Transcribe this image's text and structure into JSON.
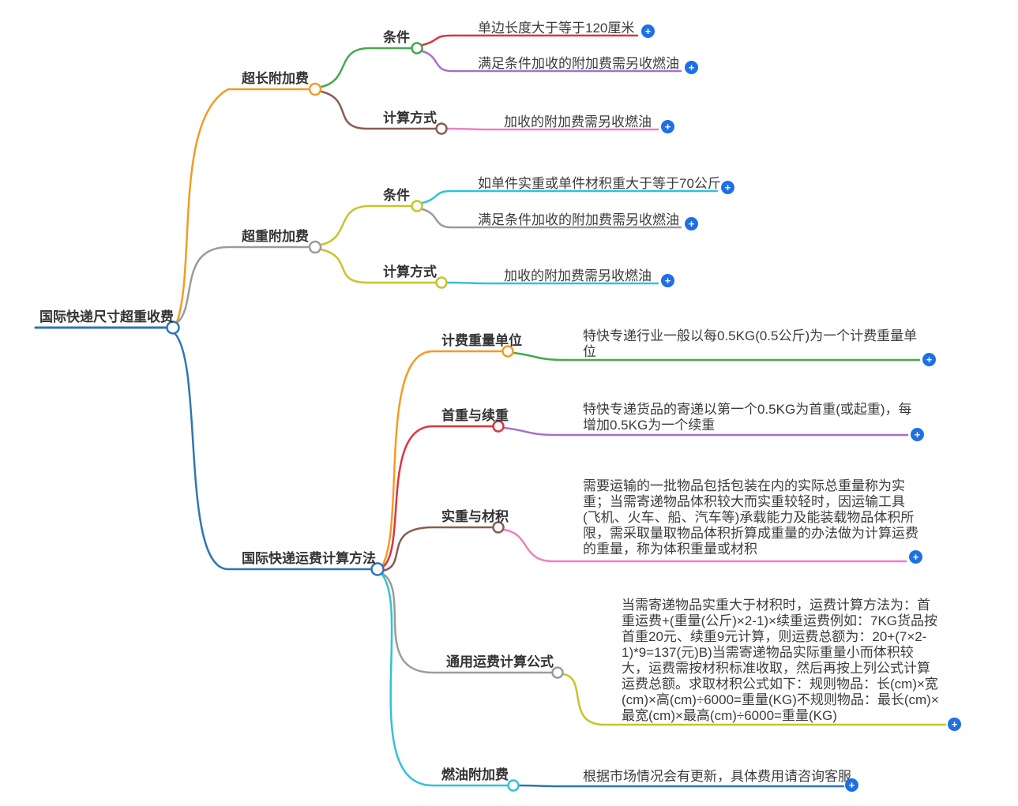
{
  "colors": {
    "blue": "#2e75b6",
    "orange": "#f59b22",
    "gray": "#9b9b9b",
    "green": "#44a94e",
    "red": "#d8363d",
    "purple": "#a471cf",
    "brown": "#8a5c50",
    "pink": "#f07ec2",
    "olive": "#c9c32d",
    "cyan": "#31c1da",
    "expand_button": "#1f6fe5",
    "text": "#333333"
  },
  "mindmap": {
    "expand_glyph": "+",
    "root": {
      "label": "国际快递尺寸超重收费"
    },
    "branches": [
      {
        "label": "超长附加费",
        "children": [
          {
            "label": "条件",
            "children": [
              {
                "label": "单边长度大于等于120厘米"
              },
              {
                "label": "满足条件加收的附加费需另收燃油"
              }
            ]
          },
          {
            "label": "计算方式",
            "children": [
              {
                "label": "加收的附加费需另收燃油"
              }
            ]
          }
        ]
      },
      {
        "label": "超重附加费",
        "children": [
          {
            "label": "条件",
            "children": [
              {
                "label": "如单件实重或单件材积重大于等于70公斤"
              },
              {
                "label": "满足条件加收的附加费需另收燃油"
              }
            ]
          },
          {
            "label": "计算方式",
            "children": [
              {
                "label": "加收的附加费需另收燃油"
              }
            ]
          }
        ]
      },
      {
        "label": "国际快递运费计算方法",
        "children": [
          {
            "label": "计费重量单位",
            "children": [
              {
                "label": "特快专递行业一般以每0.5KG(0.5公斤)为一个计费重量单位"
              }
            ]
          },
          {
            "label": "首重与续重",
            "children": [
              {
                "label": "特快专递货品的寄递以第一个0.5KG为首重(或起重)，每增加0.5KG为一个续重"
              }
            ]
          },
          {
            "label": "实重与材积",
            "children": [
              {
                "label": "需要运输的一批物品包括包装在内的实际总重量称为实重；当需寄递物品体积较大而实重较轻时，因运输工具(飞机、火车、船、汽车等)承载能力及能装载物品体积所限，需采取量取物品体积折算成重量的办法做为计算运费的重量，称为体积重量或材积"
              }
            ]
          },
          {
            "label": "通用运费计算公式",
            "children": [
              {
                "label": "当需寄递物品实重大于材积时，运费计算方法为：首重运费+(重量(公斤)×2-1)×续重运费例如：7KG货品按首重20元、续重9元计算，则运费总额为：20+(7×2-1)*9=137(元)B)当需寄递物品实际重量小而体积较大，运费需按材积标准收取，然后再按上列公式计算运费总额。求取材积公式如下：规则物品：长(cm)×宽(cm)×高(cm)÷6000=重量(KG)不规则物品：最长(cm)×最宽(cm)×最高(cm)÷6000=重量(KG)"
              }
            ]
          },
          {
            "label": "燃油附加费",
            "children": [
              {
                "label": "根据市场情况会有更新，具体费用请咨询客服"
              }
            ]
          }
        ]
      }
    ]
  }
}
